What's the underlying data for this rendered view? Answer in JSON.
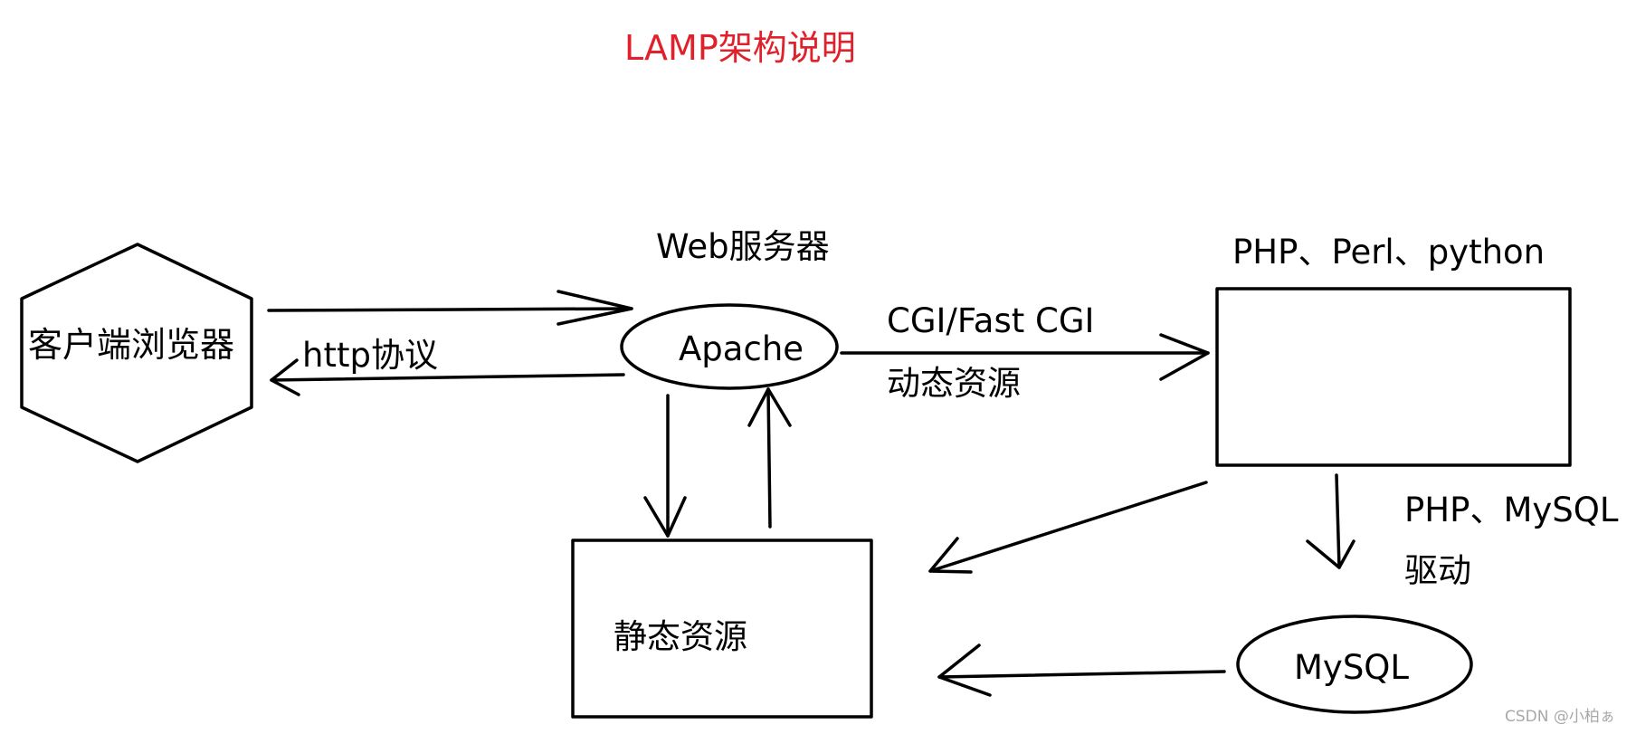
{
  "title": "LAMP架构说明",
  "colors": {
    "title": "#e0202a",
    "stroke": "#000000",
    "watermark": "#a8a8a8"
  },
  "nodes": {
    "browser": "客户端浏览器",
    "web_server_label": "Web服务器",
    "apache": "Apache",
    "languages_label": "PHP、Perl、python",
    "static_resources": "静态资源",
    "mysql": "MySQL"
  },
  "edges": {
    "http": "http协议",
    "cgi": "CGI/Fast CGI",
    "dynamic": "动态资源",
    "driver_line1": "PHP、MySQL",
    "driver_line2": "驱动"
  },
  "watermark": "CSDN @小柏ぁ"
}
